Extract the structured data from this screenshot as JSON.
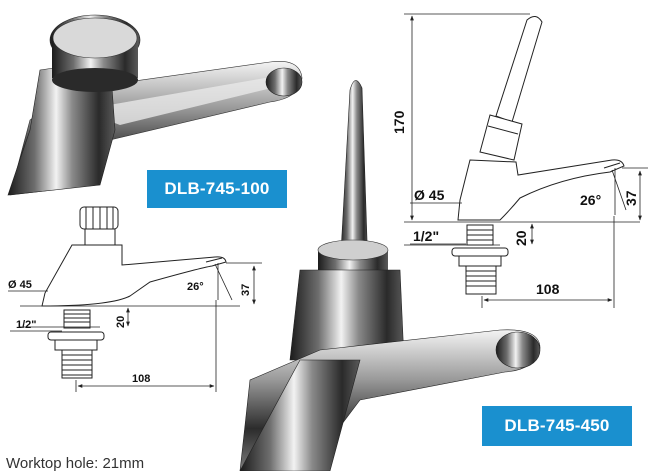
{
  "models": {
    "push_button": {
      "label": "DLB-745-100",
      "dimensions": {
        "nut_diameter": "Ø 45",
        "thread": "1/2\"",
        "thread_height": "20",
        "spout_angle": "26°",
        "spout_height": "37",
        "spout_reach": "108"
      }
    },
    "lever": {
      "label": "DLB-745-450",
      "dimensions": {
        "nut_diameter": "Ø 45",
        "thread": "1/2\"",
        "thread_height": "20",
        "spout_angle": "26°",
        "spout_height": "37",
        "spout_reach": "108",
        "total_height": "170"
      }
    }
  },
  "footnote": "Worktop hole: 21mm",
  "colors": {
    "badge_background": "#1a90cf",
    "badge_text": "#ffffff",
    "line": "#222222"
  }
}
